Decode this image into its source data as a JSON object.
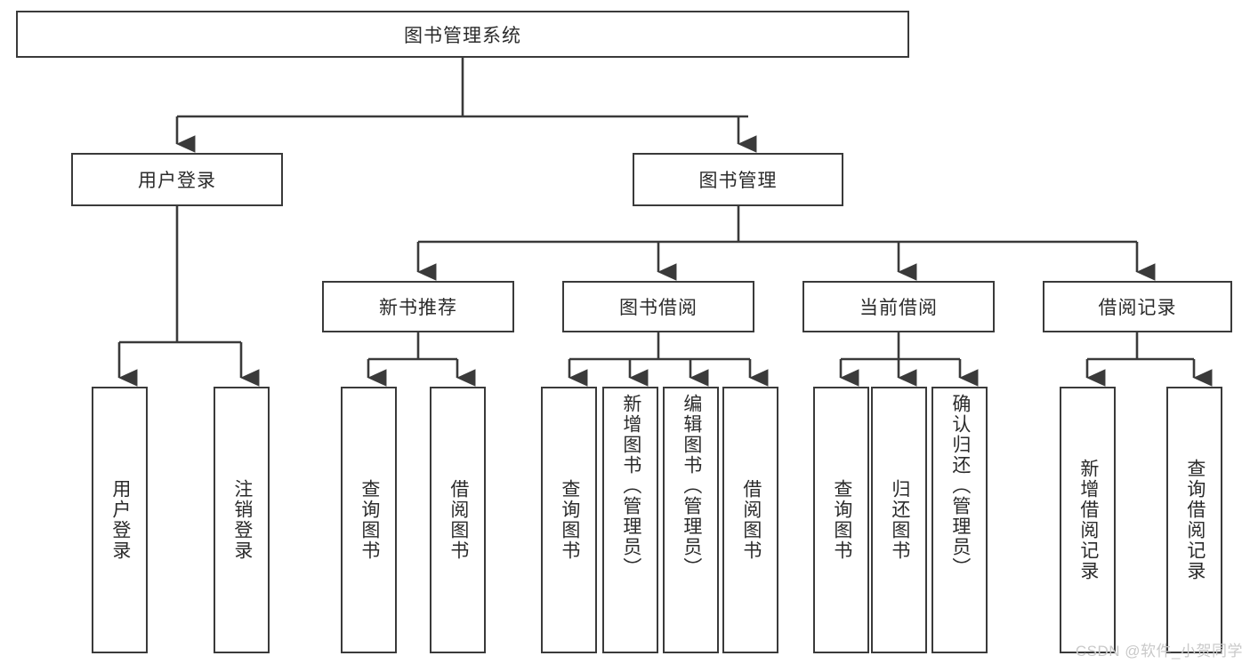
{
  "diagram": {
    "type": "tree-hierarchy",
    "title": "图书管理系统",
    "watermark": "CSDN @软件_小贺同学",
    "colors": {
      "box_border": "#3a3a3a",
      "box_fill": "#ffffff",
      "connector": "#3a3a3a",
      "text": "#2b2b2b",
      "watermark": "#c9c9c9"
    },
    "root": {
      "label": "图书管理系统"
    },
    "level2": [
      {
        "label": "用户登录"
      },
      {
        "label": "图书管理"
      }
    ],
    "level3": [
      {
        "label": "新书推荐"
      },
      {
        "label": "图书借阅"
      },
      {
        "label": "当前借阅"
      },
      {
        "label": "借阅记录"
      }
    ],
    "leaves": {
      "user_login": [
        {
          "label": "用户登录"
        },
        {
          "label": "注销登录"
        }
      ],
      "new_book_recommend": [
        {
          "label": "查询图书"
        },
        {
          "label": "借阅图书"
        }
      ],
      "book_borrow": [
        {
          "label": "查询图书"
        },
        {
          "label": "新增图书（管理员）"
        },
        {
          "label": "编辑图书（管理员）"
        },
        {
          "label": "借阅图书"
        }
      ],
      "current_borrow": [
        {
          "label": "查询图书"
        },
        {
          "label": "归还图书"
        },
        {
          "label": "确认归还（管理员）"
        }
      ],
      "borrow_records": [
        {
          "label": "新增借阅记录"
        },
        {
          "label": "查询借阅记录"
        }
      ]
    }
  }
}
